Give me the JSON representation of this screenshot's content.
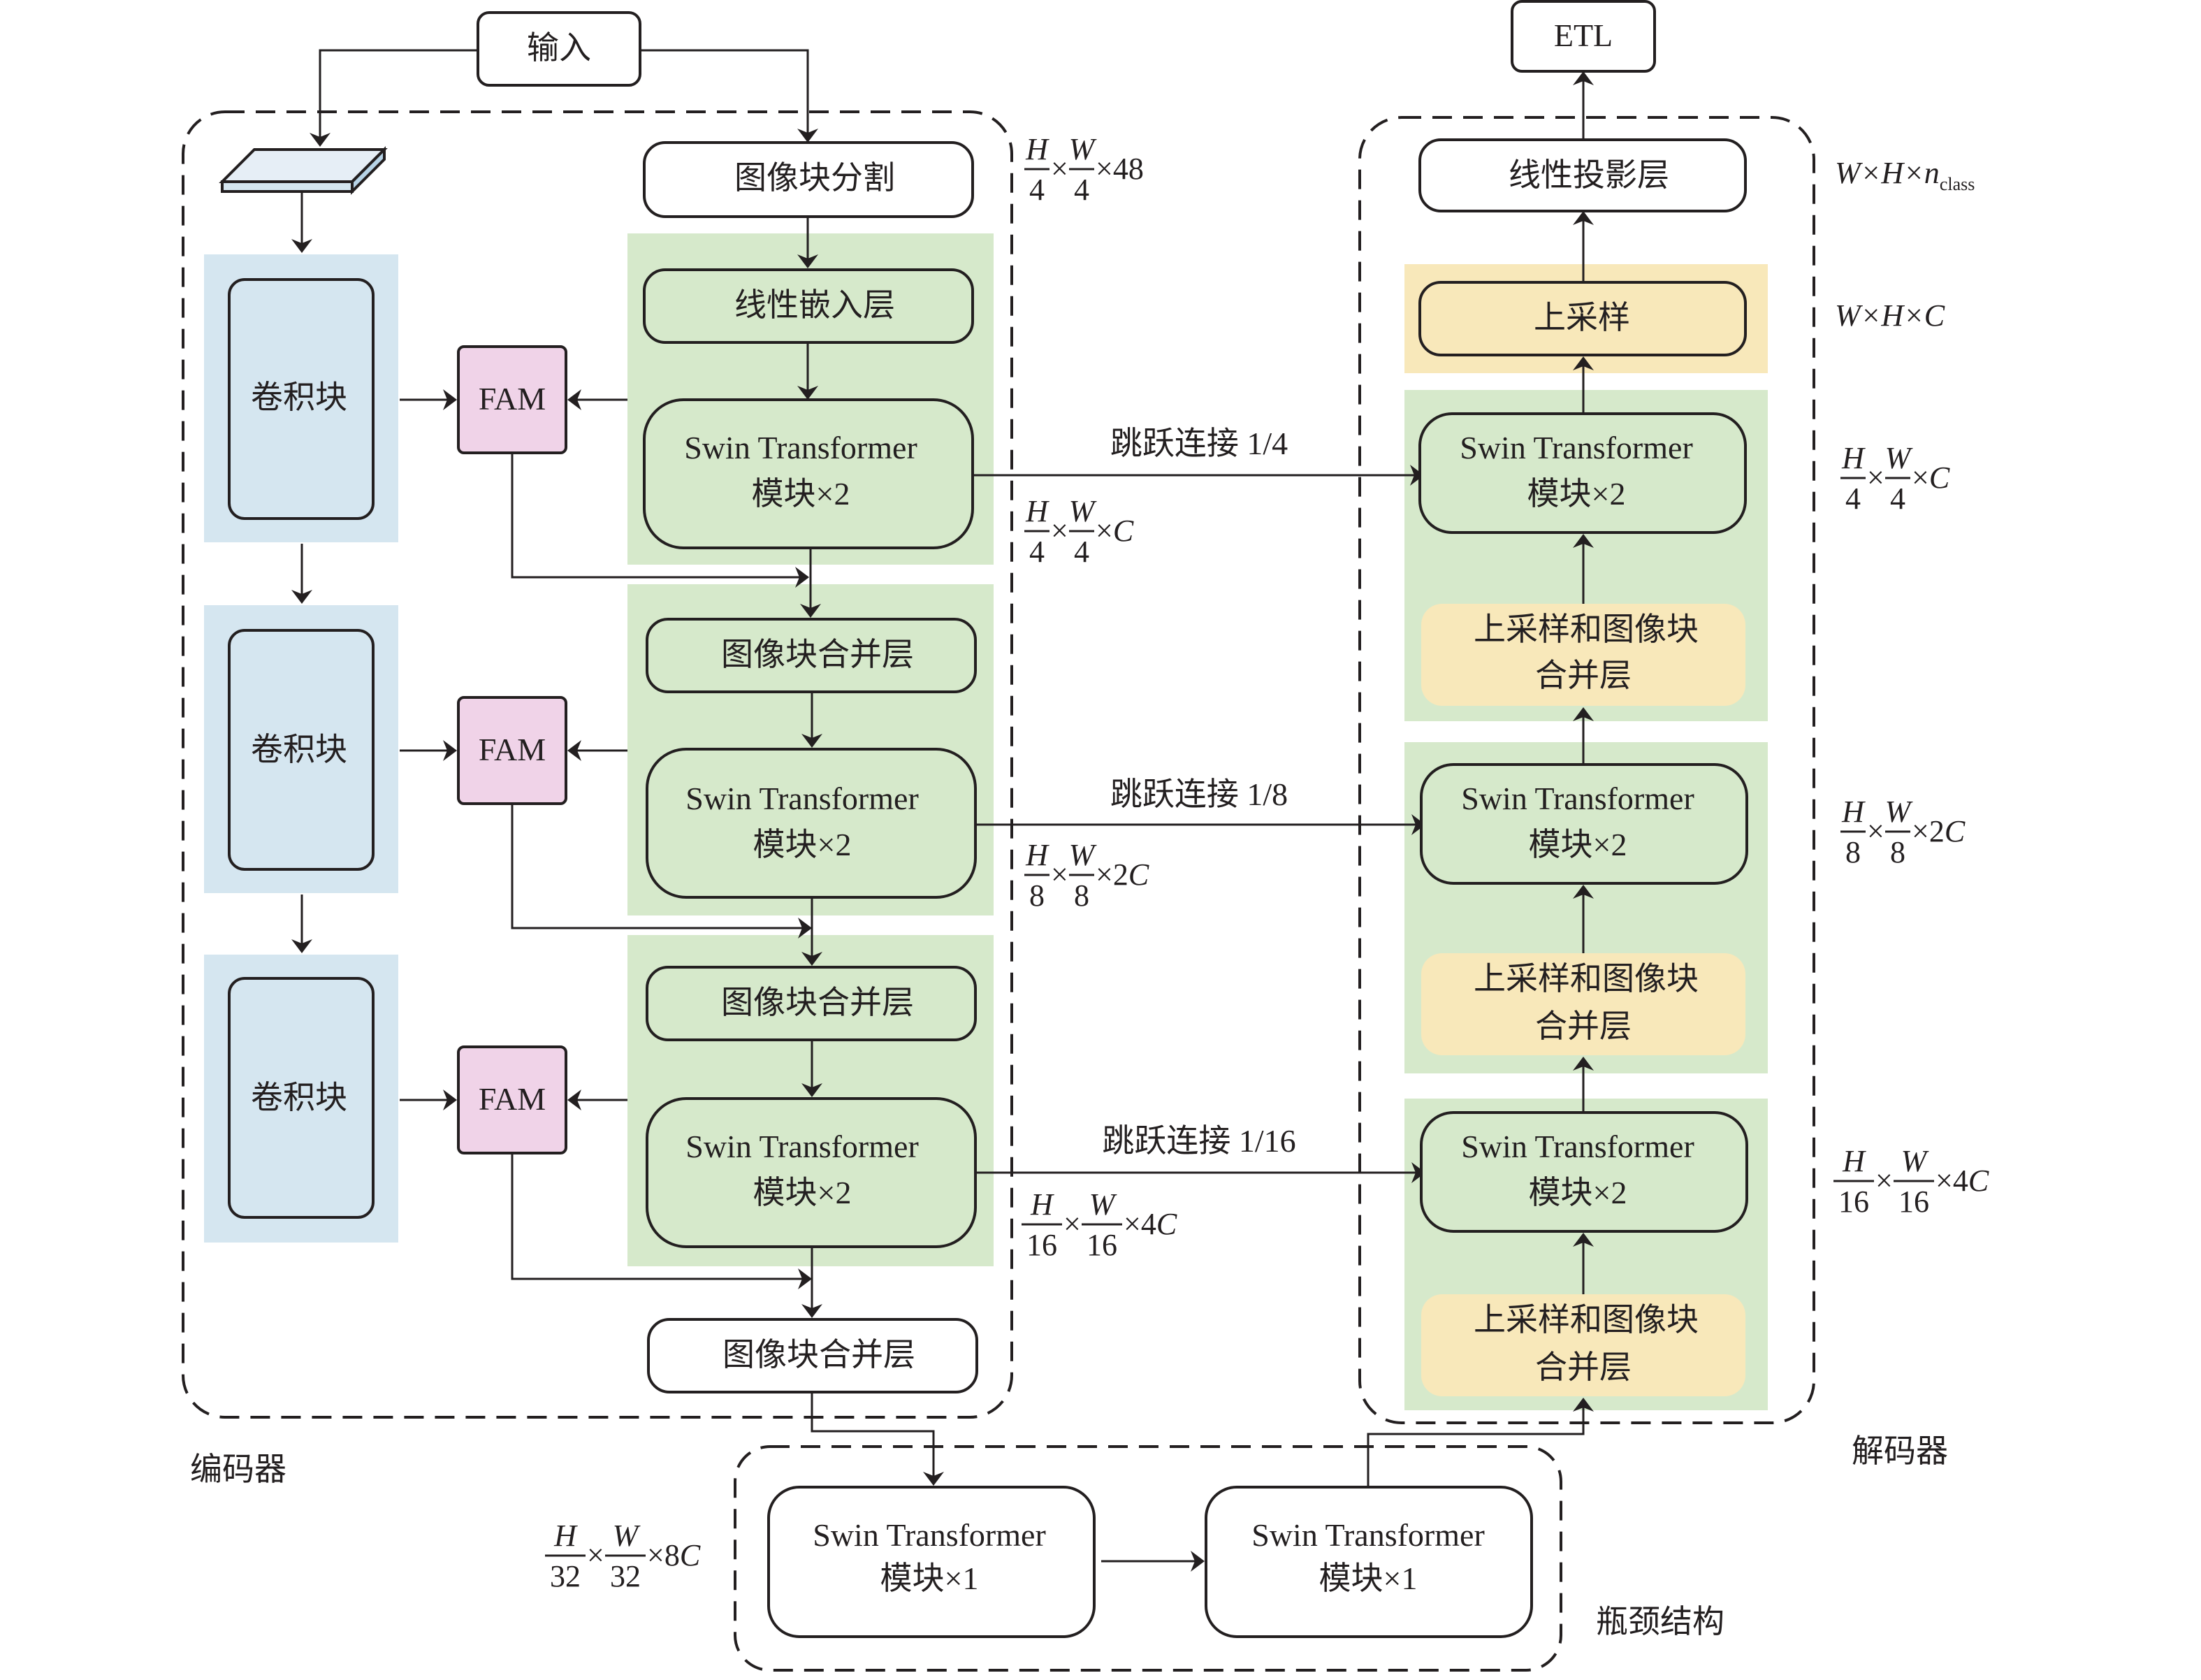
{
  "colors": {
    "conv_bg": "#d5e6f0",
    "conv_box": "#d5e6f0",
    "fam": "#f0d3e8",
    "green_bg": "#d6e9cb",
    "yellow": "#f8e8ba",
    "white": "#ffffff",
    "stroke": "#231f20"
  },
  "input": {
    "label": "输入"
  },
  "output": {
    "label": "ETL"
  },
  "encoder": {
    "label": "编码器",
    "patch_partition": "图像块分割",
    "patch_partition_dim": {
      "num1": "H",
      "den1": "4",
      "num2": "W",
      "den2": "4",
      "tail": "×48"
    },
    "linear_embedding": "线性嵌入层",
    "conv_blocks": [
      "卷积块",
      "卷积块",
      "卷积块"
    ],
    "fam_labels": [
      "FAM",
      "FAM",
      "FAM"
    ],
    "swin_blocks": [
      {
        "line1": "Swin Transformer",
        "line2": "模块×2"
      },
      {
        "line1": "Swin Transformer",
        "line2": "模块×2"
      },
      {
        "line1": "Swin Transformer",
        "line2": "模块×2"
      }
    ],
    "patch_merging": [
      "图像块合并层",
      "图像块合并层",
      "图像块合并层"
    ],
    "stage_dims": [
      {
        "num1": "H",
        "den1": "4",
        "num2": "W",
        "den2": "4",
        "tail": "×C"
      },
      {
        "num1": "H",
        "den1": "8",
        "num2": "W",
        "den2": "8",
        "tail": "×2C"
      },
      {
        "num1": "H",
        "den1": "16",
        "num2": "W",
        "den2": "16",
        "tail": "×4C"
      }
    ]
  },
  "skip_connections": [
    "跳跃连接 1/4",
    "跳跃连接 1/8",
    "跳跃连接 1/16"
  ],
  "decoder": {
    "label": "解码器",
    "linear_projection": "线性投影层",
    "linear_projection_dim": "W×H×n",
    "linear_projection_dim_sub": "class",
    "upsample": "上采样",
    "upsample_dim": "W×H×C",
    "swin_blocks": [
      {
        "line1": "Swin Transformer",
        "line2": "模块×2"
      },
      {
        "line1": "Swin Transformer",
        "line2": "模块×2"
      },
      {
        "line1": "Swin Transformer",
        "line2": "模块×2"
      }
    ],
    "patch_expand": [
      {
        "line1": "上采样和图像块",
        "line2": "合并层"
      },
      {
        "line1": "上采样和图像块",
        "line2": "合并层"
      },
      {
        "line1": "上采样和图像块",
        "line2": "合并层"
      }
    ],
    "stage_dims": [
      {
        "num1": "H",
        "den1": "4",
        "num2": "W",
        "den2": "4",
        "tail": "×C"
      },
      {
        "num1": "H",
        "den1": "8",
        "num2": "W",
        "den2": "8",
        "tail": "×2C"
      },
      {
        "num1": "H",
        "den1": "16",
        "num2": "W",
        "den2": "16",
        "tail": "×4C"
      }
    ]
  },
  "bottleneck": {
    "label": "瓶颈结构",
    "blocks": [
      {
        "line1": "Swin Transformer",
        "line2": "模块×1"
      },
      {
        "line1": "Swin Transformer",
        "line2": "模块×1"
      }
    ],
    "dim": {
      "num1": "H",
      "den1": "32",
      "num2": "W",
      "den2": "32",
      "tail": "×8C"
    }
  }
}
